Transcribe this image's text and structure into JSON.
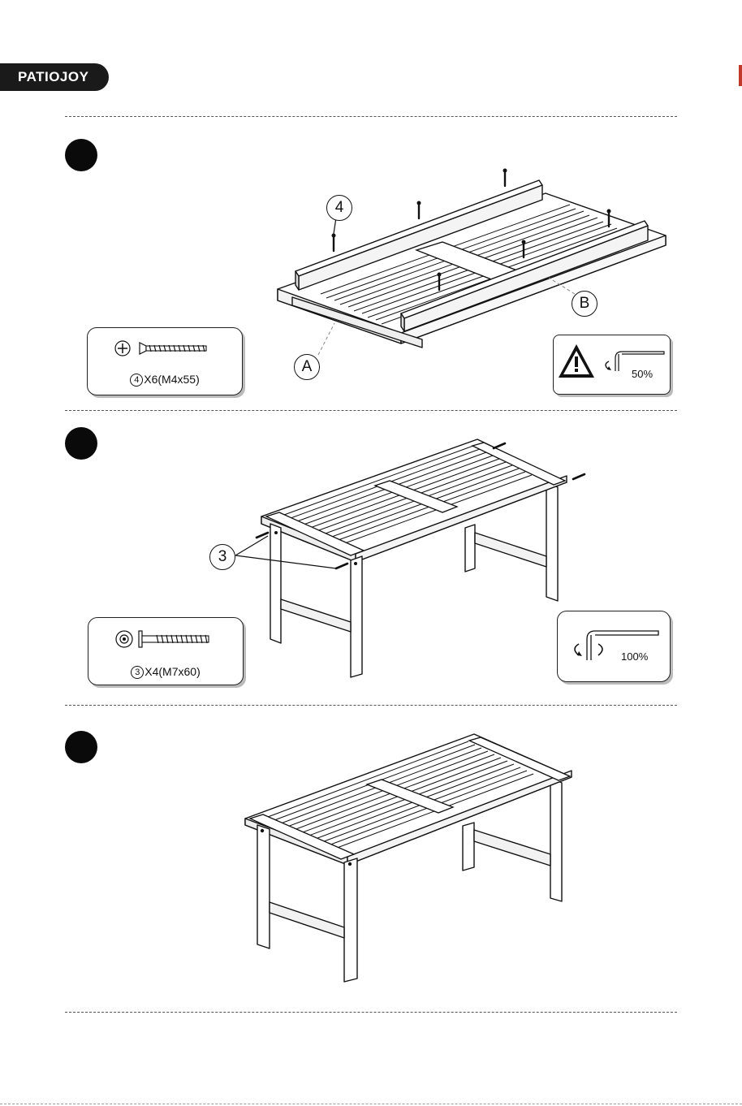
{
  "brand": {
    "logo_text": "PATIOJOY"
  },
  "steps": [
    {
      "parts_label_A": "A",
      "parts_label_B": "B",
      "part_number": "4",
      "hardware": {
        "number": "4",
        "text": "X6(M4x55)"
      },
      "tighten": {
        "percent": "50%",
        "warning_icon": "warning-icon",
        "tool_icon": "allen-key-icon"
      }
    },
    {
      "part_number": "3",
      "hardware": {
        "number": "3",
        "text": "X4(M7x60)"
      },
      "tighten": {
        "percent": "100%",
        "tool_icon": "allen-key-icon"
      }
    },
    {}
  ]
}
